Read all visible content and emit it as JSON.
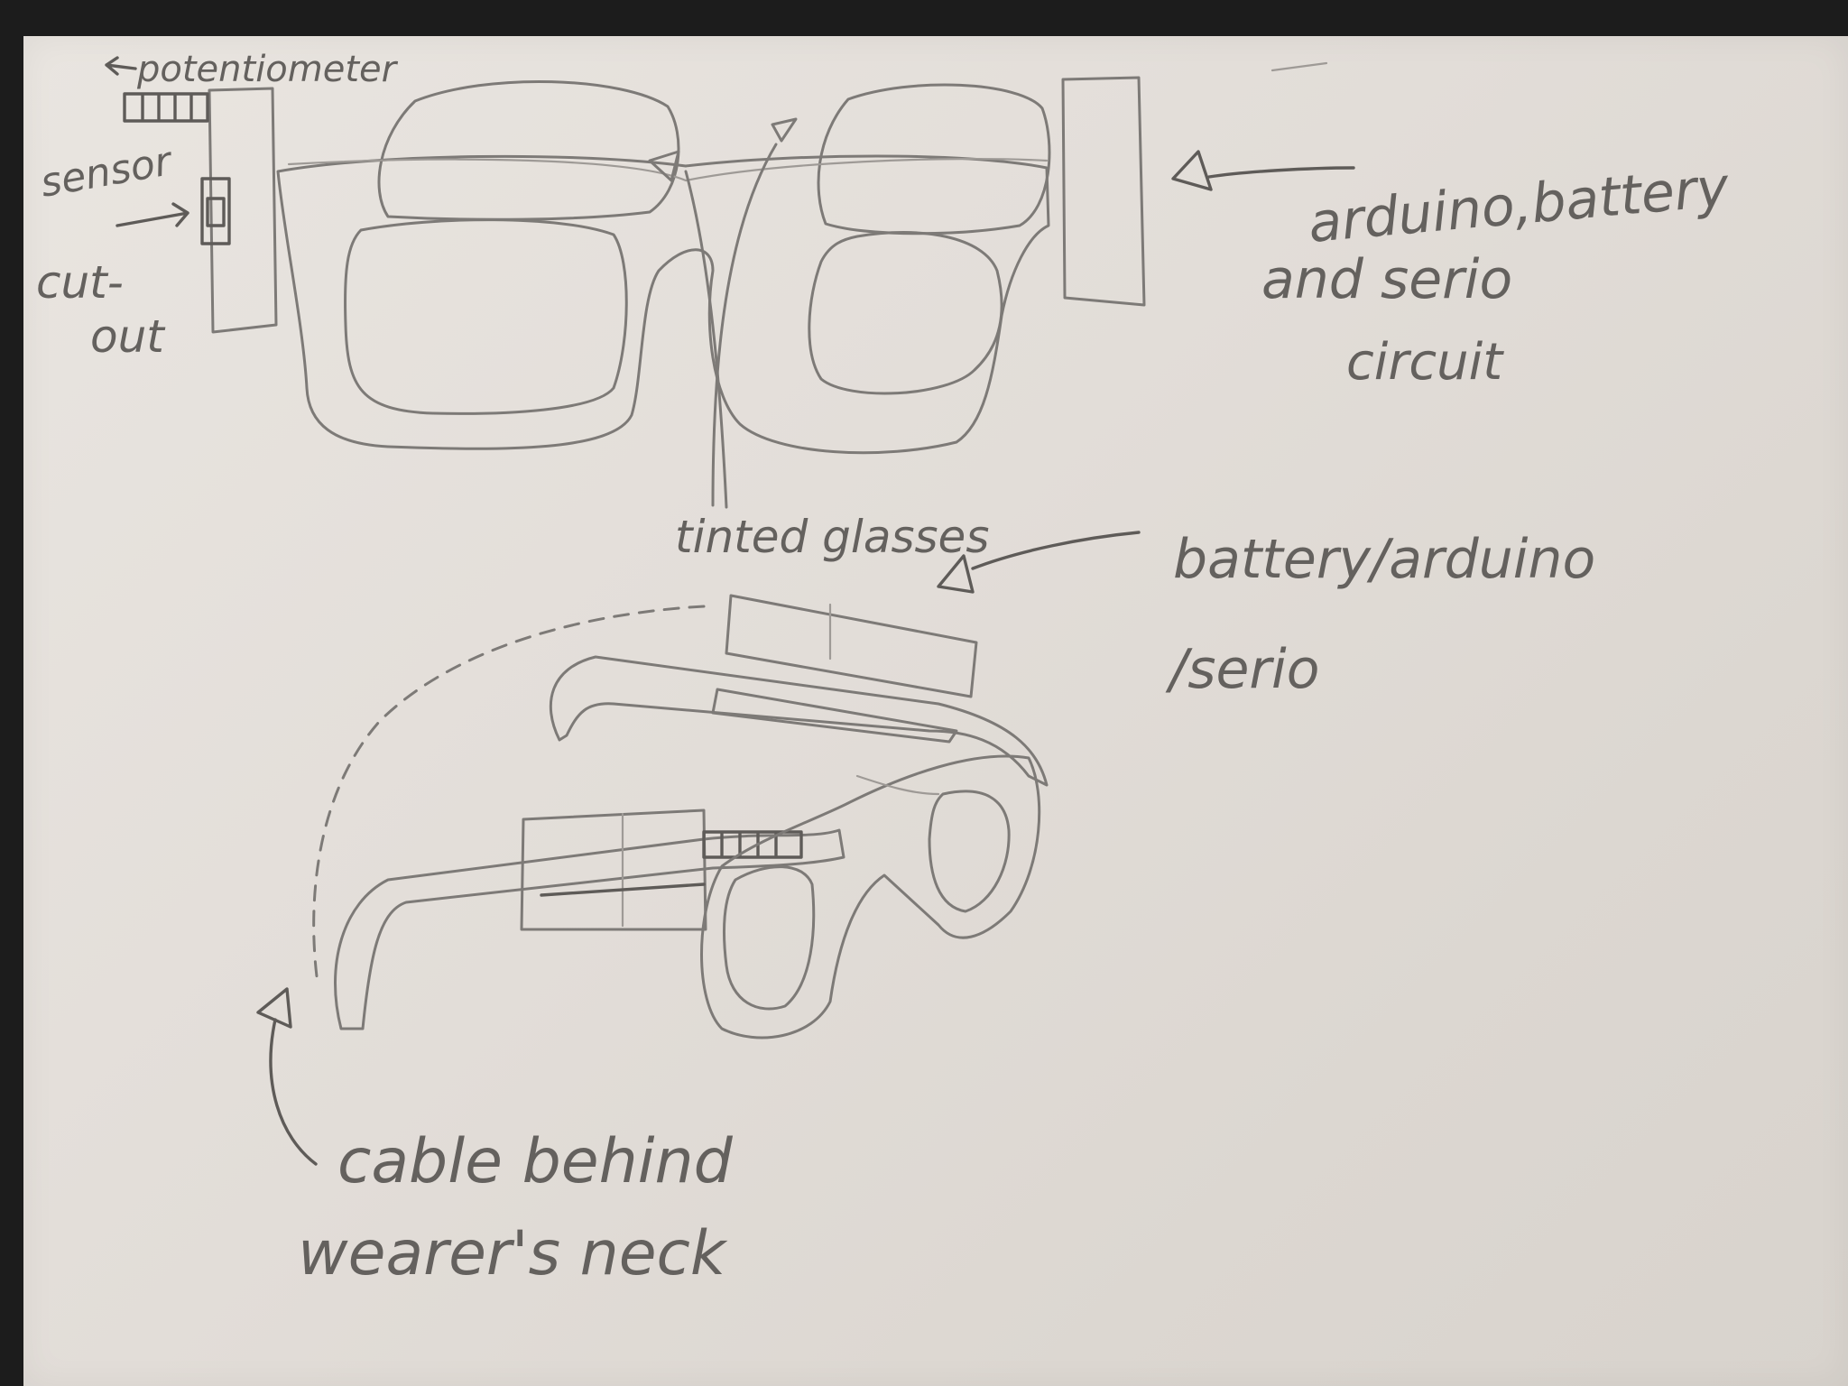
{
  "labels": {
    "potentiometer": "potentiometer",
    "sensor": "sensor",
    "cut_out_line1": "cut-",
    "cut_out_line2": "out",
    "arduino_line1": "arduino,battery",
    "arduino_line2": "and serio",
    "arduino_line3": "circuit",
    "tinted_glasses": "tinted glasses",
    "battery_line1": "battery/arduino",
    "battery_line2": "/serio",
    "cable_line1": "cable behind",
    "cable_line2": "wearer's neck"
  },
  "colors": {
    "paper": "#e6e2dd",
    "pencil": "#7d7a77",
    "background": "#1c1c1c"
  }
}
